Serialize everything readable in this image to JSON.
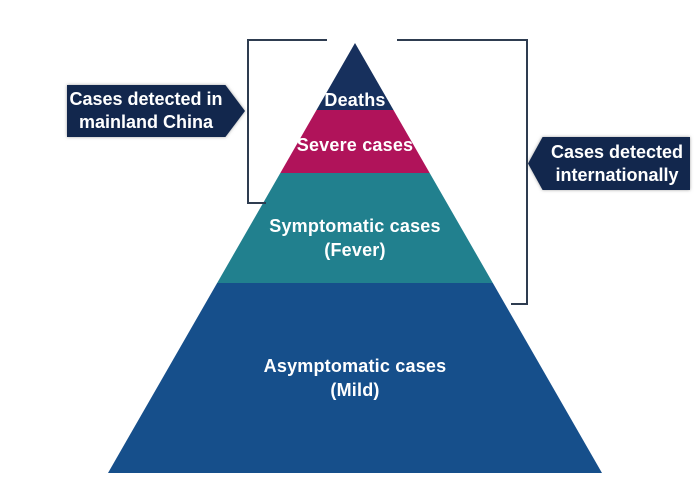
{
  "pyramid": {
    "levels": [
      {
        "label": "Deaths",
        "sublabel": "",
        "color": "#17305d"
      },
      {
        "label": "Severe cases",
        "sublabel": "",
        "color": "#b0135a"
      },
      {
        "label": "Symptomatic cases",
        "sublabel": "(Fever)",
        "color": "#21808e"
      },
      {
        "label": "Asymptomatic cases",
        "sublabel": "(Mild)",
        "color": "#164f8b"
      }
    ]
  },
  "callouts": {
    "left": {
      "line1": "Cases detected in",
      "line2": "mainland China",
      "color": "#12274d"
    },
    "right": {
      "line1": "Cases detected",
      "line2": "internationally",
      "color": "#12274d"
    }
  },
  "colors": {
    "background": "#ffffff",
    "bracket_line": "#2e3c50",
    "text": "#ffffff"
  }
}
